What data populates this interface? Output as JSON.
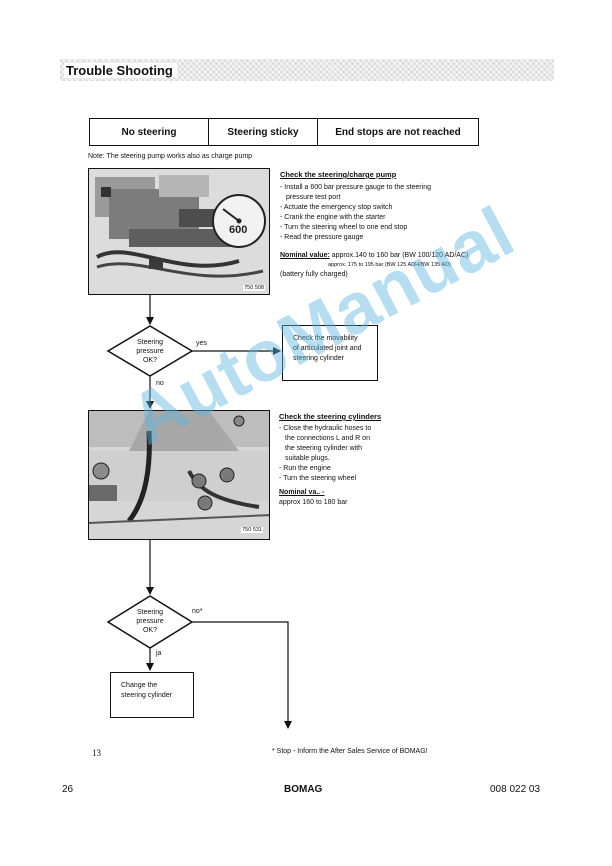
{
  "header": {
    "title": "Trouble Shooting"
  },
  "symptoms": [
    "No steering",
    "Steering sticky",
    "End stops are not reached"
  ],
  "note": "Note: The steering pump works also as charge pump",
  "step1": {
    "title": "Check the steering/charge pump",
    "items": [
      "- Install a 600 bar pressure gauge to the steering",
      "  pressure test port",
      "- Actuate the emergency stop switch",
      "- Crank the engine with the starter",
      "- Turn the steering wheel to one end stop",
      "- Read the pressure gauge"
    ],
    "nominal_label": "Nominal value:",
    "nominal_value": "approx.140 to 160 bar (BW 100/120 AD/AC)",
    "nominal_value2": "approx. 175 to 195 bar (BW 125 ADH/BW 135 AD)",
    "nominal_note": "(battery fully charged)",
    "photo_id": "750 508",
    "gauge_value": "600"
  },
  "decision1": {
    "label": [
      "Steering",
      "pressure",
      "OK?"
    ],
    "yes": "yes",
    "no": "no"
  },
  "action_yes": {
    "lines": [
      "Check the movability",
      "of articulated joint and",
      "steering cylinder"
    ]
  },
  "step2": {
    "title": "Check the steering cylinders",
    "items": [
      "- Close the hydraulic hoses to",
      "  the connections L and R on",
      "  the steering cylinder with",
      "  suitable plugs.",
      "- Run the engine",
      "- Turn the steering wheel"
    ],
    "nominal_label": "Nominal va.. -",
    "nominal_value": "approx 160 to 180 bar",
    "photo_id": "750 531"
  },
  "decision2": {
    "label": [
      "Steering",
      "pressure",
      "OK?"
    ],
    "no": "no*",
    "yes": "ja"
  },
  "action2": {
    "lines": [
      "Change the",
      "steering cylinder"
    ]
  },
  "footnote": "* Stop - Inform the After Sales Service of BOMAG!",
  "page_mark": "13",
  "footer": {
    "page": "26",
    "brand": "BOMAG",
    "doc": "008 022 03"
  },
  "watermark": "AutoManual"
}
